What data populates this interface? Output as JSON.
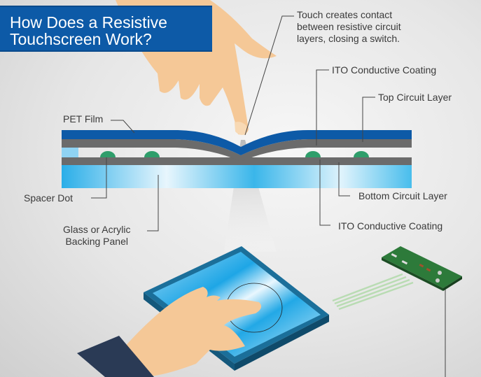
{
  "title": {
    "line1": "How Does a Resistive",
    "line2": "Touchscreen Work?"
  },
  "labels": {
    "touch_note": [
      "Touch creates contact",
      "between resistive circuit",
      "layers, closing a switch."
    ],
    "ito_top": "ITO Conductive Coating",
    "top_circuit": "Top Circuit Layer",
    "pet_film": "PET Film",
    "spacer_dot": "Spacer Dot",
    "bottom_circuit": "Bottom Circuit Layer",
    "backing_panel": [
      "Glass or Acrylic",
      "Backing Panel"
    ],
    "ito_bottom": "ITO Conductive Coating"
  },
  "colors": {
    "title_bg": "#0d5aa7",
    "pet_film": "#0d5aa7",
    "circuit_gray": "#6b6b6b",
    "spacer_green": "#2f9e6b",
    "glass_blue": "#29aee6",
    "skin": "#f5c897",
    "sleeve": "#2a3a55",
    "pcb_green": "#2d7a3a"
  }
}
